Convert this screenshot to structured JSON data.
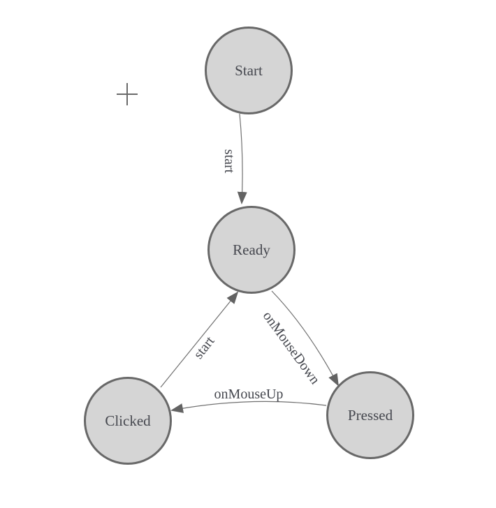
{
  "diagram": {
    "kind": "finite-state-machine",
    "colors": {
      "background": "#ffffff",
      "node_fill": "#d5d5d5",
      "node_stroke": "#686868",
      "edge_stroke": "#6f6f6f",
      "arrow_fill": "#636363",
      "text": "#45474e",
      "crosshair": "#6a6a6a"
    },
    "nodes": [
      {
        "id": "start",
        "label": "Start"
      },
      {
        "id": "ready",
        "label": "Ready"
      },
      {
        "id": "clicked",
        "label": "Clicked"
      },
      {
        "id": "pressed",
        "label": "Pressed"
      }
    ],
    "edges": [
      {
        "id": "start-to-ready",
        "label": "start",
        "from": "Start",
        "to": "Ready"
      },
      {
        "id": "ready-to-pressed",
        "label": "onMouseDown",
        "from": "Ready",
        "to": "Pressed"
      },
      {
        "id": "pressed-to-clicked",
        "label": "onMouseUp",
        "from": "Pressed",
        "to": "Clicked"
      },
      {
        "id": "clicked-to-ready",
        "label": "start",
        "from": "Clicked",
        "to": "Ready"
      }
    ],
    "cursor": {
      "icon": "crosshair"
    }
  }
}
